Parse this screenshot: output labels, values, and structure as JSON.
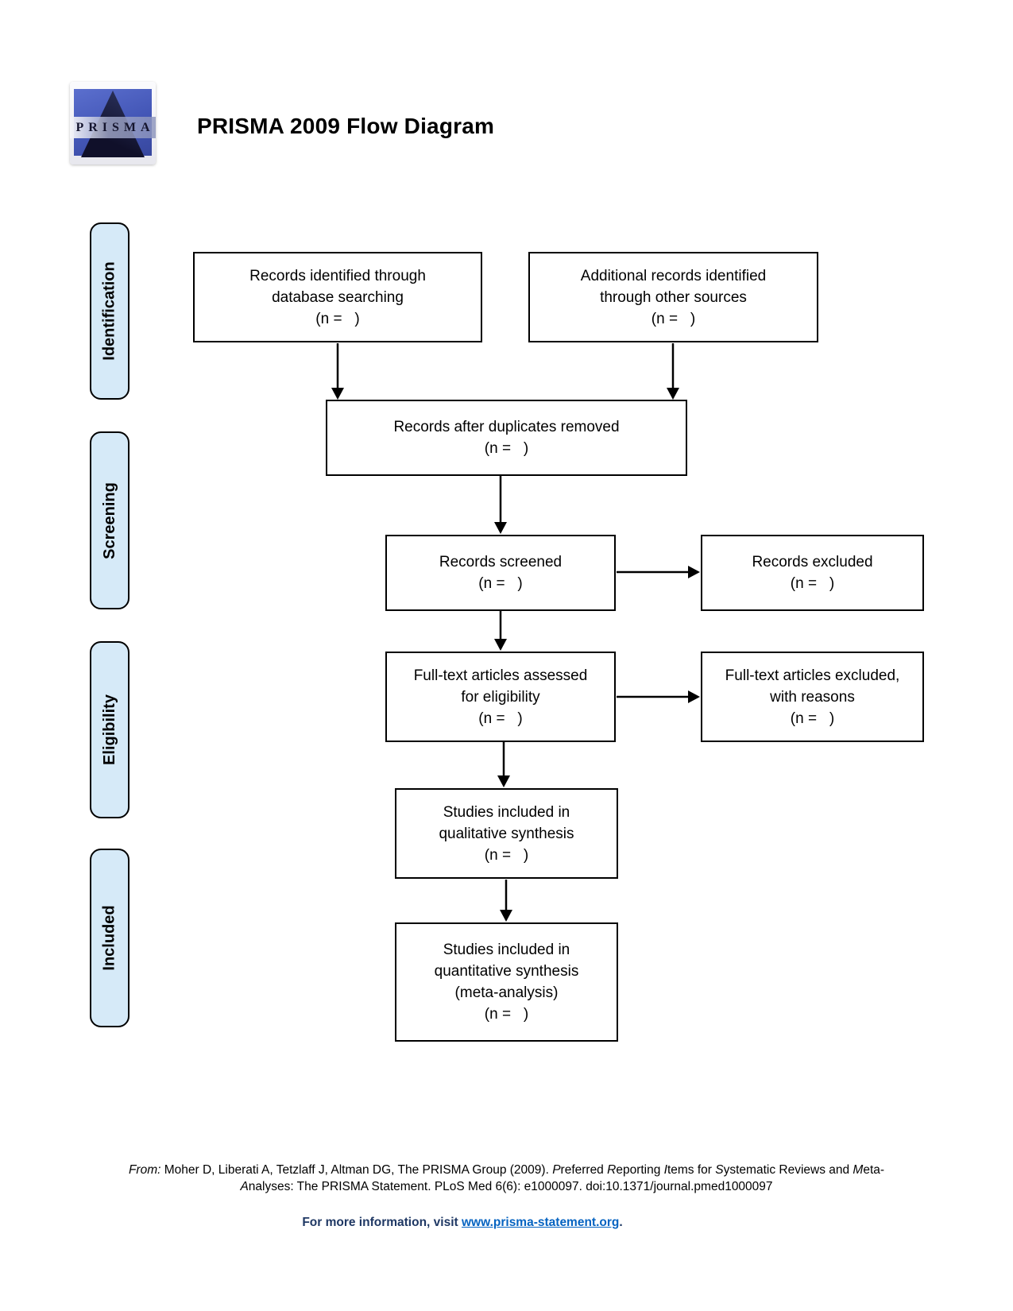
{
  "header": {
    "title": "PRISMA 2009 Flow Diagram",
    "logo_text": "PRISMA"
  },
  "sidebar": {
    "stages": [
      "Identification",
      "Screening",
      "Eligibility",
      "Included"
    ]
  },
  "flow": {
    "identified": "Records identified through\ndatabase searching\n(n =   )",
    "additional": "Additional records identified\nthrough other sources\n(n =   )",
    "duplicates": "Records after duplicates removed\n(n =   )",
    "screened": "Records screened\n(n =   )",
    "excluded": "Records excluded\n(n =   )",
    "fulltext_assessed": "Full-text articles assessed\nfor eligibility\n(n =   )",
    "fulltext_excluded": "Full-text articles excluded,\nwith reasons\n(n =   )",
    "qualitative": "Studies included in\nqualitative synthesis\n(n =   )",
    "quantitative": "Studies included in\nquantitative synthesis\n(meta-analysis)\n(n =   )"
  },
  "footer": {
    "citation": [
      "From:",
      " Moher D, Liberati A, Tetzlaff J, Altman DG, The PRISMA Group (2009). ",
      "P",
      "referred ",
      "R",
      "eporting ",
      "I",
      "tems for ",
      "S",
      "ystematic Reviews and ",
      "M",
      "eta-",
      "A",
      "nalyses: The PRISMA Statement. PLoS Med 6(6): e1000097. doi:10.1371/journal.pmed1000097"
    ],
    "info_prefix": "For more information, visit ",
    "info_link": "www.prisma-statement.org",
    "info_suffix": "."
  },
  "colors": {
    "sidebar-fill": "#d6eaf8",
    "link": "#0563c1",
    "info-text": "#1f3864",
    "logo-blue-light": "#5b6fce",
    "logo-blue-dark": "#37479e",
    "logo-pyramid": "#10102a"
  }
}
